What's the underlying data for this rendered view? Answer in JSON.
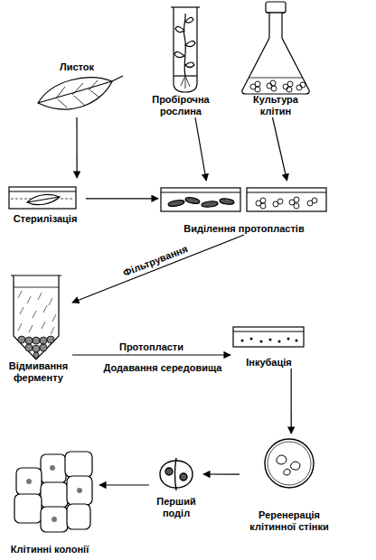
{
  "diagram": {
    "nodes": [
      {
        "text": [
          "Листок"
        ]
      },
      {
        "text": [
          "Пробірочна рослина"
        ]
      },
      {
        "text": [
          "Культура клітин"
        ]
      },
      {
        "text": [
          "Стерилізація"
        ]
      },
      {
        "text": [
          "Виділення протопластів"
        ]
      },
      {
        "text": [
          "Відмивання ферменту"
        ]
      },
      {
        "text": [
          "Інкубація"
        ]
      },
      {
        "text": [
          "Реренерація клітинної стінки"
        ]
      },
      {
        "text": [
          "Перший поділ"
        ]
      },
      {
        "text": [
          "Клітинні колонії"
        ]
      }
    ],
    "edges": [
      {
        "from": 0,
        "to": 3,
        "arrow": "to"
      },
      {
        "from": 3,
        "to": 4,
        "arrow": "to"
      },
      {
        "from": 1,
        "to": 4,
        "arrow": "to"
      },
      {
        "from": 2,
        "to": 4,
        "arrow": "to"
      },
      {
        "from": 4,
        "to": 5,
        "label": "Фільтрування",
        "arrow": "to"
      },
      {
        "from": 5,
        "to": 6,
        "label": "Протопласти",
        "arrow": "to"
      },
      {
        "from": 6,
        "to": 7,
        "arrow": "to"
      },
      {
        "from": 7,
        "to": 8,
        "arrow": "to"
      },
      {
        "from": 8,
        "to": 9,
        "arrow": "to"
      }
    ],
    "labels": [
      "Додавання середовища"
    ]
  }
}
